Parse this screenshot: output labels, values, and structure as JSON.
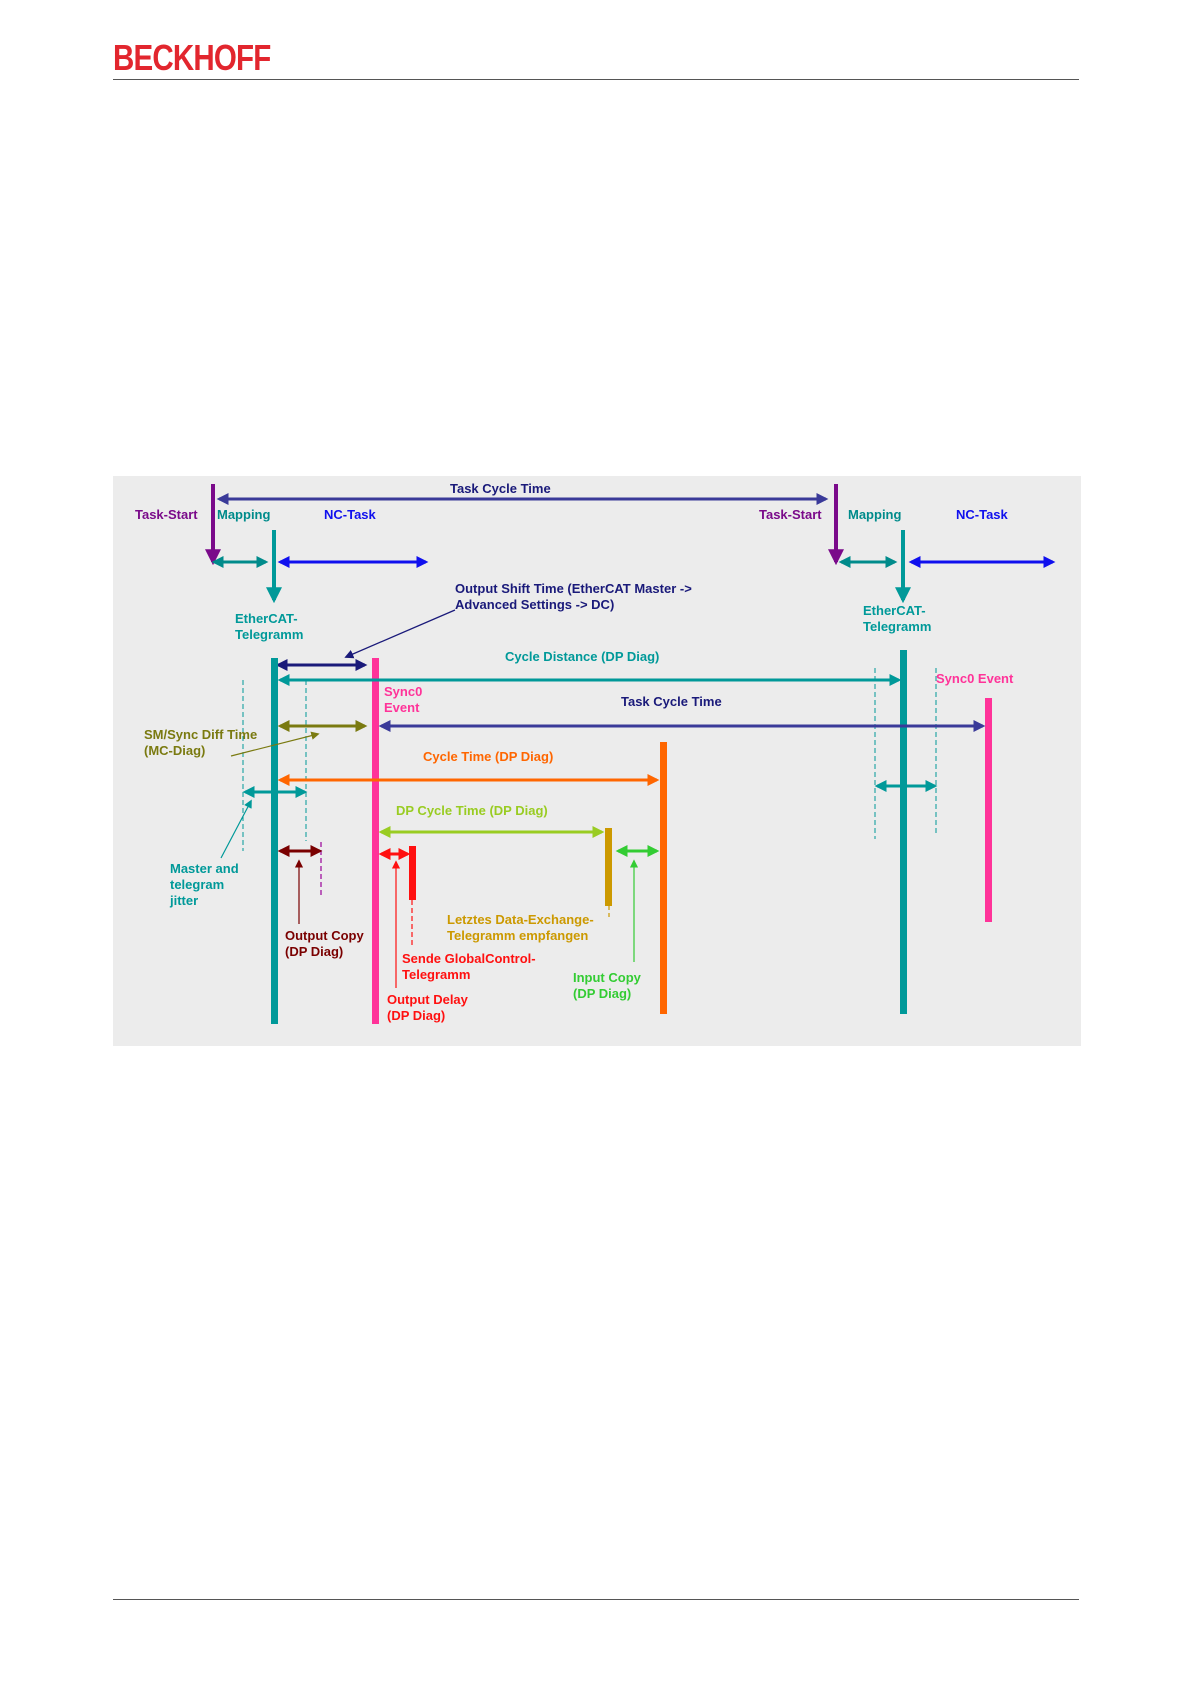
{
  "header": {
    "brand": "BECKHOFF"
  },
  "diagram": {
    "labels": {
      "task_cycle_time_top": "Task Cycle Time",
      "task_start_left": "Task-Start",
      "mapping_left": "Mapping",
      "nc_task_left": "NC-Task",
      "task_start_right": "Task-Start",
      "mapping_right": "Mapping",
      "nc_task_right": "NC-Task",
      "output_shift_time_line1": "Output Shift Time (EtherCAT Master ->",
      "output_shift_time_line2": "Advanced Settings -> DC)",
      "ethercat_left_line1": "EtherCAT-",
      "ethercat_left_line2": "Telegramm",
      "ethercat_right_line1": "EtherCAT-",
      "ethercat_right_line2": "Telegramm",
      "cycle_distance": "Cycle Distance (DP Diag)",
      "sync0_event_right": "Sync0 Event",
      "sync0_line1": "Sync0",
      "sync0_line2": "Event",
      "task_cycle_time_mid": "Task Cycle Time",
      "sm_sync_line1": "SM/Sync Diff Time",
      "sm_sync_line2": "(MC-Diag)",
      "cycle_time": "Cycle Time (DP Diag)",
      "dp_cycle_time": "DP Cycle Time (DP Diag)",
      "master_jitter_line1": "Master and",
      "master_jitter_line2": "telegram",
      "master_jitter_line3": "jitter",
      "output_copy_line1": "Output Copy",
      "output_copy_line2": "(DP Diag)",
      "letztes_line1": "Letztes Data-Exchange-",
      "letztes_line2": "Telegramm empfangen",
      "sende_line1": "Sende GlobalControl-",
      "sende_line2": "Telegramm",
      "input_copy_line1": "Input Copy",
      "input_copy_line2": "(DP Diag)",
      "output_delay_line1": "Output Delay",
      "output_delay_line2": "(DP Diag)"
    },
    "colors": {
      "background": "#ececec",
      "task_cycle": "#3a3a99",
      "task_start": "#7a0a8a",
      "mapping": "#008b8b",
      "nc_task": "#1010ee",
      "ethercat": "#009999",
      "output_shift": "#1a1a7a",
      "sync0": "#ff3399",
      "sm_sync": "#7a7a10",
      "cycle_time": "#ff6600",
      "dp_cycle_time": "#99cc22",
      "output_copy": "#7a0000",
      "output_delay": "#ff1010",
      "letztes": "#cc9900",
      "input_copy": "#33cc33",
      "master_jitter": "#009999"
    }
  }
}
